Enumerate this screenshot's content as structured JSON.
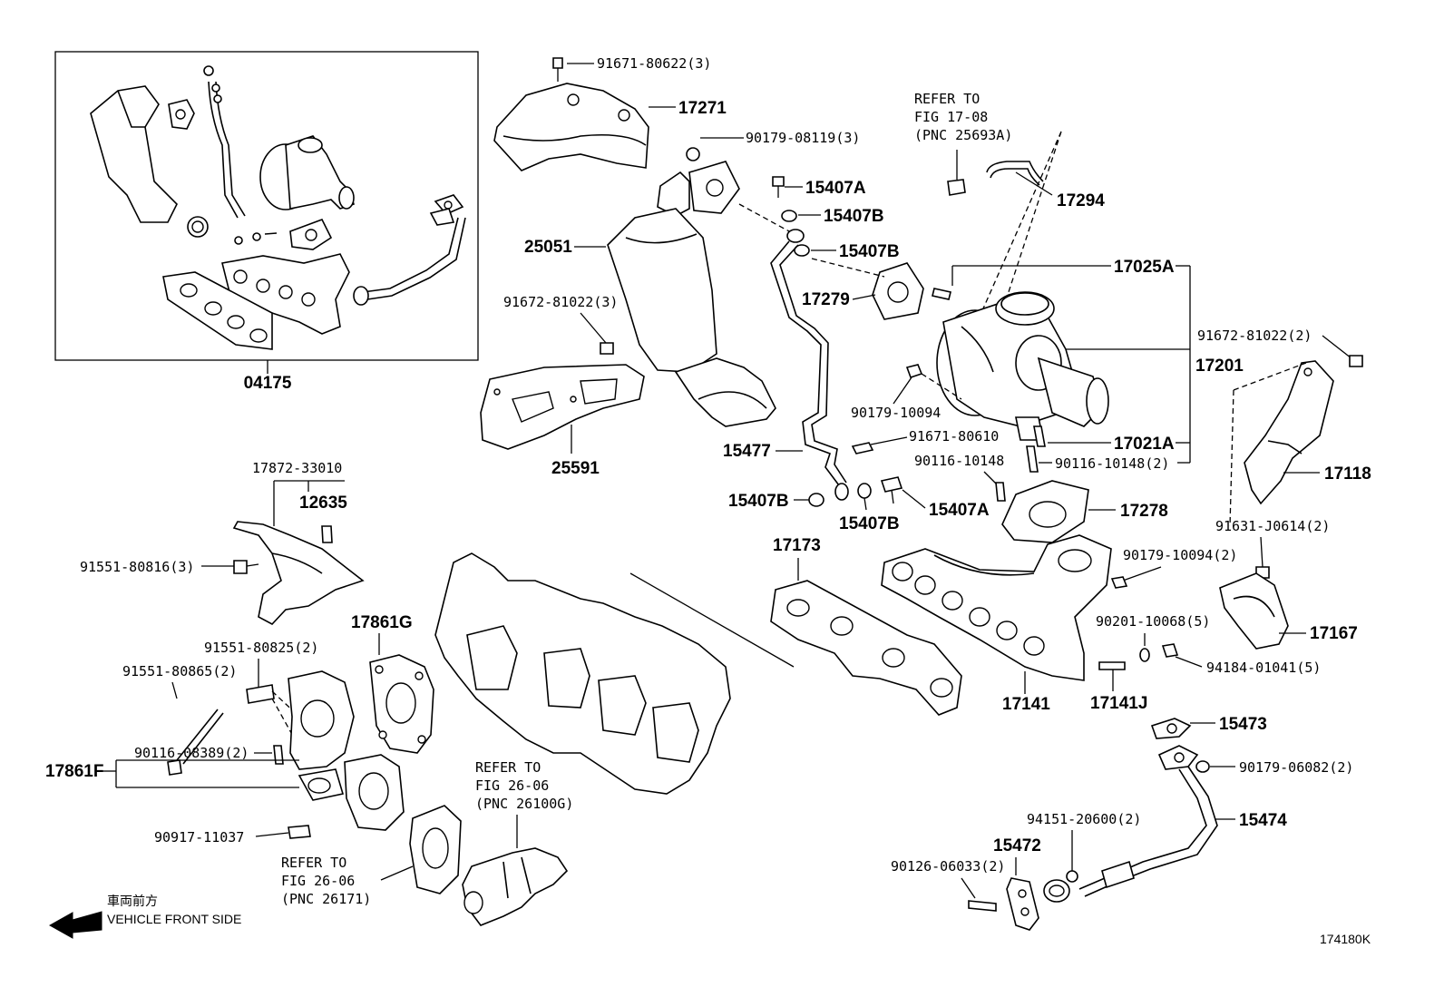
{
  "diagram_id": "174180K",
  "direction": {
    "text_jp": "車両前方",
    "text_en": "VEHICLE FRONT SIDE"
  },
  "refs": {
    "fig_17_08": [
      "REFER TO",
      "FIG  17-08",
      "(PNC 25693A)"
    ],
    "fig_26_06_a": [
      "REFER TO",
      "FIG 26-06",
      "(PNC 26100G)"
    ],
    "fig_26_06_b": [
      "REFER TO",
      "FIG 26-06",
      "(PNC 26171)"
    ]
  },
  "callouts": {
    "p04175": "04175",
    "p91671_80622": "91671-80622(3)",
    "p17271": "17271",
    "p90179_08119": "90179-08119(3)",
    "p15407A_top": "15407A",
    "p15407B_top1": "15407B",
    "p15407B_top2": "15407B",
    "p25051": "25051",
    "p17279": "17279",
    "p91672_81022_a": "91672-81022(3)",
    "p25591": "25591",
    "p17294": "17294",
    "p17025A": "17025A",
    "p17201": "17201",
    "p91672_81022_b": "91672-81022(2)",
    "p90179_10094": "90179-10094",
    "p91671_80610": "91671-80610",
    "p17021A": "17021A",
    "p90116_10148": "90116-10148",
    "p90116_10148_2": "90116-10148(2)",
    "p15477": "15477",
    "p17118": "17118",
    "p15407B_mid1": "15407B",
    "p15407B_mid2": "15407B",
    "p15407A_mid": "15407A",
    "p17278": "17278",
    "p91631_J0614": "91631-J0614(2)",
    "p17872_33010": "17872-33010",
    "p12635": "12635",
    "p91551_80816": "91551-80816(3)",
    "p17173": "17173",
    "p90179_10094_2": "90179-10094(2)",
    "p17861G": "17861G",
    "p17167": "17167",
    "p91551_80825": "91551-80825(2)",
    "p91551_80865": "91551-80865(2)",
    "p90201_10068": "90201-10068(5)",
    "p94184_01041": "94184-01041(5)",
    "p17141": "17141",
    "p17141J": "17141J",
    "p15473": "15473",
    "p90116_08389": "90116-08389(2)",
    "p17861F": "17861F",
    "p90179_06082": "90179-06082(2)",
    "p15474": "15474",
    "p94151_20600": "94151-20600(2)",
    "p15472": "15472",
    "p90126_06033": "90126-06033(2)",
    "p90917_11037": "90917-11037"
  }
}
